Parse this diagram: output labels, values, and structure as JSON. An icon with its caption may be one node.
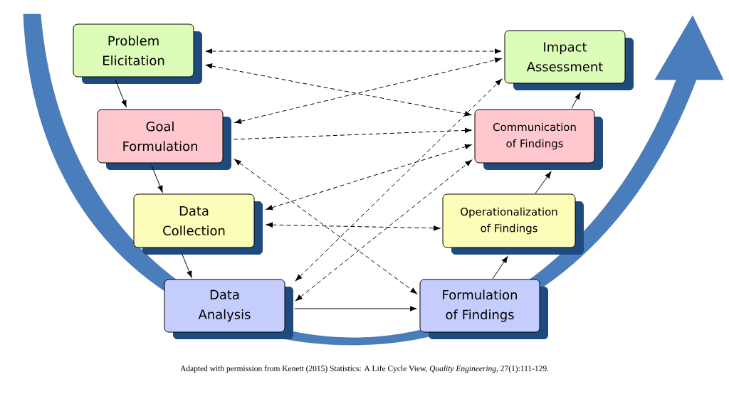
{
  "diagram": {
    "caption": "Adapted with permission from Kenett (2015) Statistics: A Life Cycle View, *Quality Engineering*, 27(1):111-129.",
    "nodes": [
      {
        "text": [
          "Problem Elicitation"
        ]
      },
      {
        "text": [
          "Goal Formulation"
        ]
      },
      {
        "text": [
          "Data Collection"
        ]
      },
      {
        "text": [
          "Data Analysis"
        ]
      },
      {
        "text": [
          "Formulation of Findings"
        ]
      },
      {
        "text": [
          "Operationalization of Findings"
        ]
      },
      {
        "text": [
          "Communication of Findings"
        ]
      },
      {
        "text": [
          "Impact Assessment"
        ]
      }
    ],
    "edges": [
      {
        "from": 0,
        "to": 1,
        "arrow": "to"
      },
      {
        "from": 1,
        "to": 2,
        "arrow": "to"
      },
      {
        "from": 2,
        "to": 3,
        "arrow": "to"
      },
      {
        "from": 3,
        "to": 4,
        "arrow": "to"
      },
      {
        "from": 4,
        "to": 5,
        "arrow": "to"
      },
      {
        "from": 5,
        "to": 6,
        "arrow": "to"
      },
      {
        "from": 6,
        "to": 7,
        "arrow": "to"
      },
      {
        "from": 0,
        "to": 7,
        "arrow": "both",
        "style": "dashed"
      },
      {
        "from": 0,
        "to": 6,
        "arrow": "both",
        "style": "dashed"
      },
      {
        "from": 1,
        "to": 7,
        "arrow": "both",
        "style": "dashed"
      },
      {
        "from": 1,
        "to": 6,
        "arrow": "to",
        "style": "dashed"
      },
      {
        "from": 1,
        "to": 4,
        "arrow": "both",
        "style": "dashed"
      },
      {
        "from": 2,
        "to": 6,
        "arrow": "both",
        "style": "dashed"
      },
      {
        "from": 2,
        "to": 5,
        "arrow": "both",
        "style": "dashed"
      },
      {
        "from": 3,
        "to": 7,
        "arrow": "both",
        "style": "dashed"
      },
      {
        "from": 3,
        "to": 6,
        "arrow": "both",
        "style": "dashed"
      }
    ]
  }
}
